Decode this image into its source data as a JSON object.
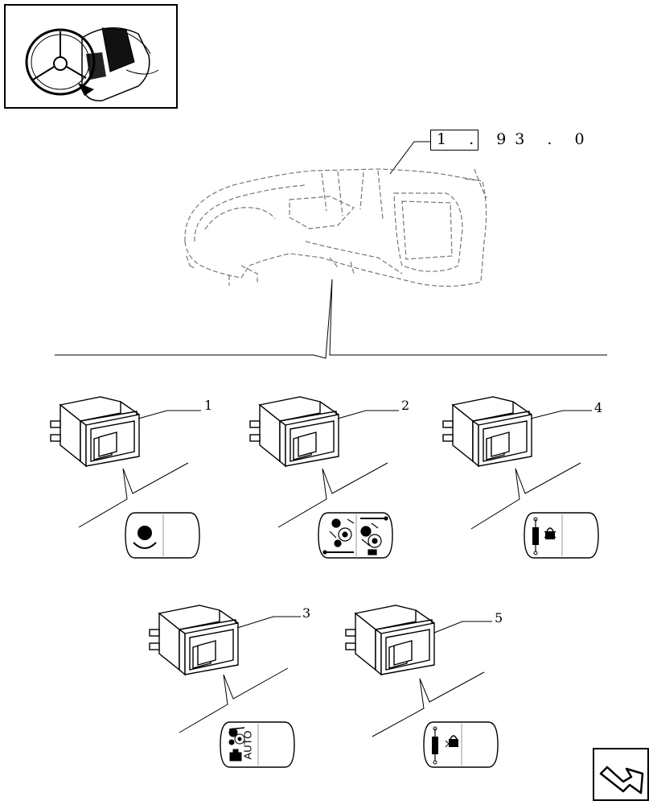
{
  "reference": {
    "code": "1 . 93 . 0"
  },
  "parts": [
    {
      "callout": "1",
      "symbol": "pto-brake-icon"
    },
    {
      "callout": "2",
      "symbol": "suspension-axle-icon"
    },
    {
      "callout": "4",
      "symbol": "cylinder-lock-icon"
    },
    {
      "callout": "3",
      "symbol": "auto-mode-icon",
      "symbol_text": "AUTO"
    },
    {
      "callout": "5",
      "symbol": "cylinder-lock-icon"
    }
  ],
  "navigation": {
    "icon": "next-page-arrow-icon"
  }
}
